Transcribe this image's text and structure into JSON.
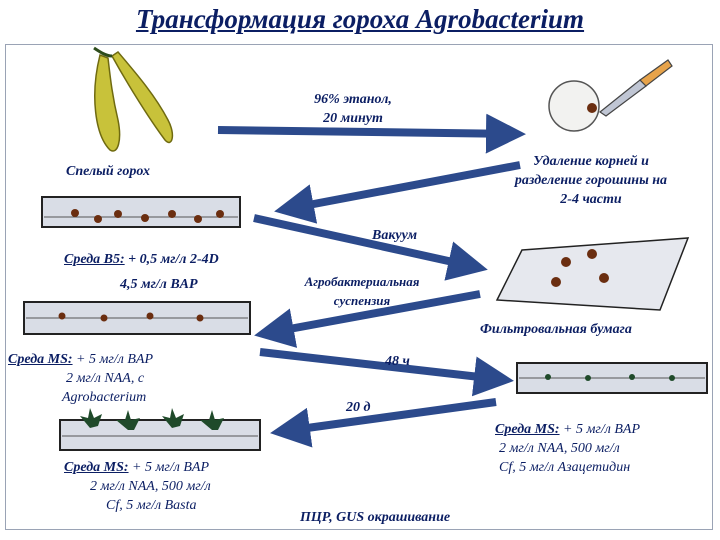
{
  "title": "Трансформация гороха Agrobacterium",
  "labels": {
    "ripe_pea": "Спелый горох",
    "ethanol_1": "96% этанол,",
    "ethanol_2": "20 минут",
    "removal_1": "Удаление корней и",
    "removal_2": "разделение горошины на",
    "removal_3": "2-4 части",
    "vacuum": "Вакуум",
    "b5_name": "Среда В5:",
    "b5_1": "+ 0,5 мг/л 2-4D",
    "b5_2": "4,5 мг/л BAP",
    "agro_1": "Агробактериальная",
    "agro_2": "суспензия",
    "filter": "Фильтровальная бумага",
    "ms1_name": "Среда MS:",
    "ms1_1": "+ 5 мг/л BAP",
    "ms1_2": "2 мг/л NAA, с",
    "ms1_3": "Agrobacterium",
    "h48": "48 ч",
    "d20": "20 д",
    "ms2_name": "Среда MS:",
    "ms2_1": "+ 5 мг/л BAP",
    "ms2_2": "2 мг/л NAA, 500 мг/л",
    "ms2_3": "Cf, 5 мг/л Азацетидин",
    "ms3_name": "Среда MS:",
    "ms3_1": "+ 5 мг/л BAP",
    "ms3_2": "2 мг/л NAA, 500 мг/л",
    "ms3_3": "Cf, 5 мг/л Basta",
    "pcr": "ПЦР, GUS окрашивание"
  },
  "colors": {
    "arrow": "#2c4a8c",
    "text": "#0b1e63",
    "pod": "#c8c23a",
    "tray": "#d9dde6",
    "plant": "#1f4a2a"
  }
}
